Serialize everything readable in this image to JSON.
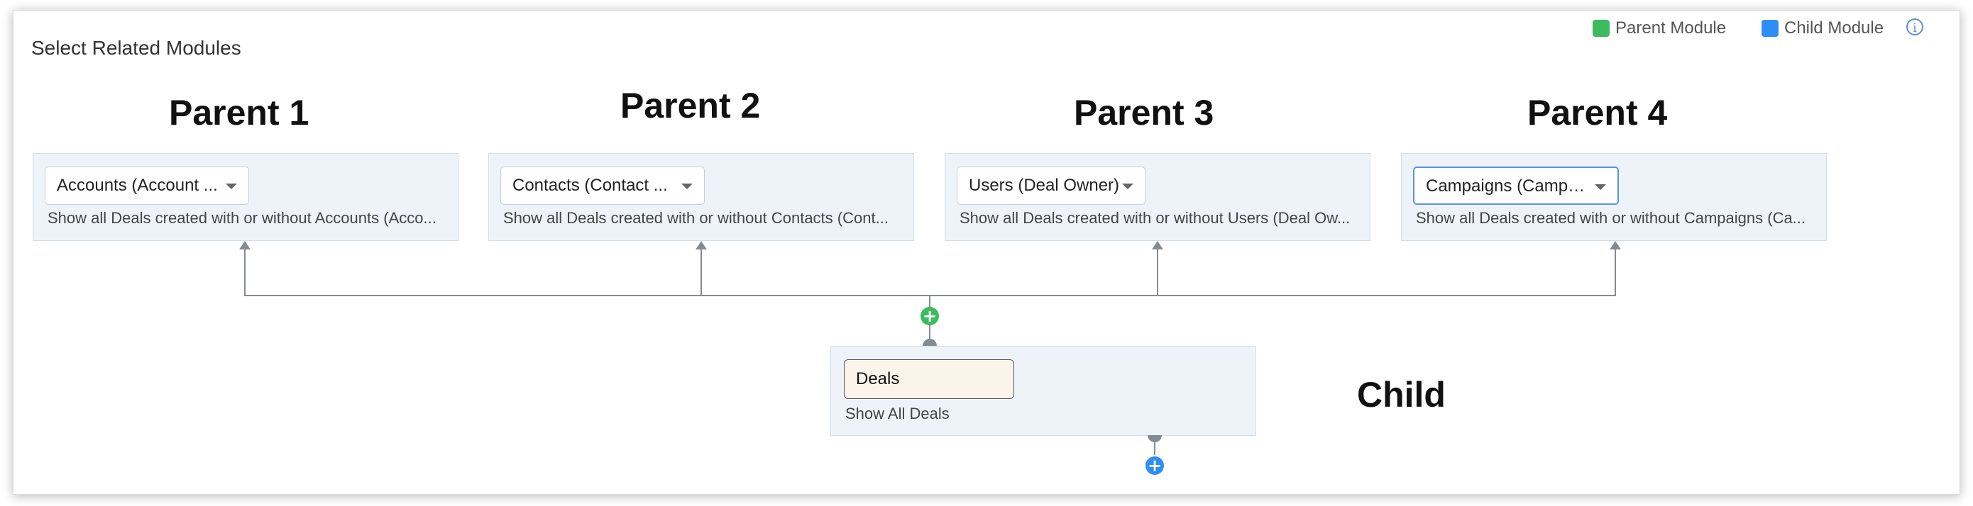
{
  "page_title": "Select Related Modules",
  "legend": {
    "parent_label": "Parent Module",
    "parent_color": "#3dbb5f",
    "child_label": "Child Module",
    "child_color": "#2f8ef5",
    "info_icon": "info-icon"
  },
  "headings": {
    "parent1": "Parent 1",
    "parent2": "Parent 2",
    "parent3": "Parent 3",
    "parent4": "Parent 4",
    "child": "Child"
  },
  "parents": [
    {
      "dropdown": "Accounts (Account ...",
      "description": "Show all Deals created with or without Accounts (Acco..."
    },
    {
      "dropdown": "Contacts (Contact ...",
      "description": "Show all Deals created with or without Contacts (Cont..."
    },
    {
      "dropdown": "Users (Deal Owner)",
      "description": "Show all Deals created with or without Users (Deal Ow..."
    },
    {
      "dropdown": "Campaigns (Campai...",
      "description": "Show all Deals created with or without Campaigns (Ca..."
    }
  ],
  "child": {
    "module": "Deals",
    "description": "Show All Deals"
  },
  "icons": {
    "add_parent": "plus-icon",
    "add_child": "plus-icon"
  }
}
